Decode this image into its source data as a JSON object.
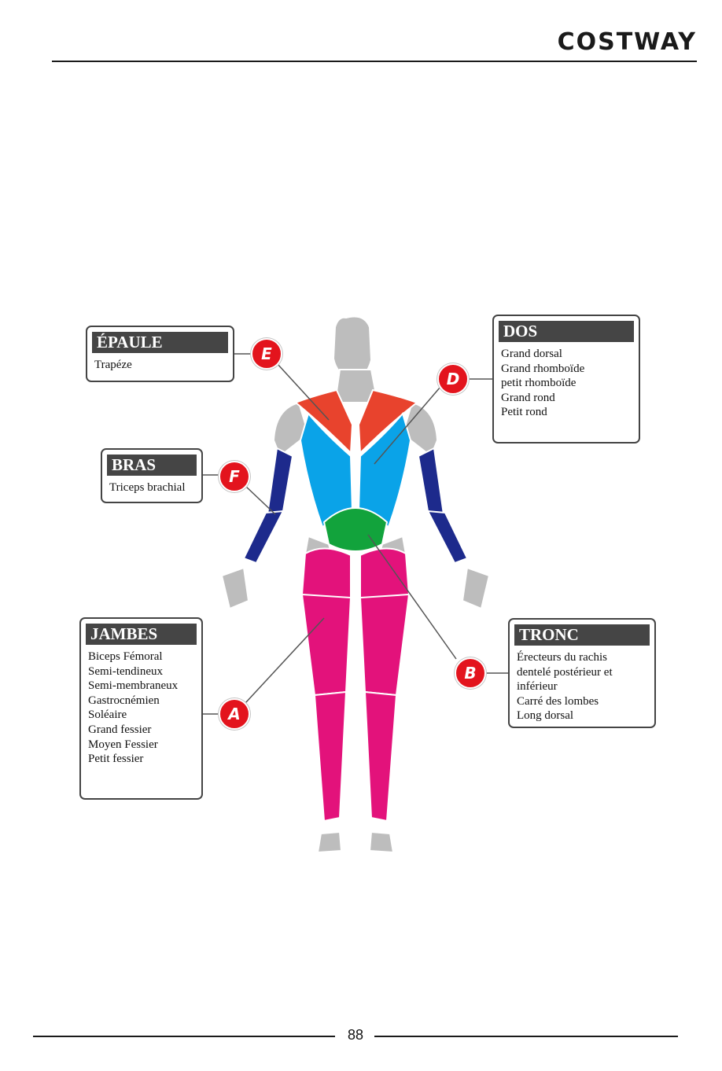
{
  "header": {
    "brand": "COSTWAY"
  },
  "footer": {
    "page_number": "88"
  },
  "colors": {
    "shoulder": "#e8432d",
    "back": "#0aa3e8",
    "arms": "#1d2a8c",
    "trunk": "#12a33c",
    "legs": "#e3127b",
    "inactive": "#bdbdbd",
    "marker": "#e3141d"
  },
  "groups": {
    "epaule": {
      "title": "ÉPAULE",
      "marker": "E",
      "items": [
        "Trapéze"
      ]
    },
    "dos": {
      "title": "DOS",
      "marker": "D",
      "items": [
        "Grand dorsal",
        "Grand rhomboïde",
        "petit rhomboïde",
        "Grand rond",
        "Petit rond"
      ]
    },
    "bras": {
      "title": "BRAS",
      "marker": "F",
      "items": [
        "Triceps brachial"
      ]
    },
    "jambes": {
      "title": "JAMBES",
      "marker": "A",
      "items": [
        "Biceps Fémoral",
        "Semi-tendineux",
        "Semi-membraneux",
        "Gastrocnémien",
        "Soléaire",
        "Grand fessier",
        "Moyen Fessier",
        "Petit fessier"
      ]
    },
    "tronc": {
      "title": "TRONC",
      "marker": "B",
      "items": [
        "Érecteurs du rachis",
        "dentelé postérieur et inférieur",
        "Carré des lombes",
        "Long dorsal"
      ]
    }
  }
}
